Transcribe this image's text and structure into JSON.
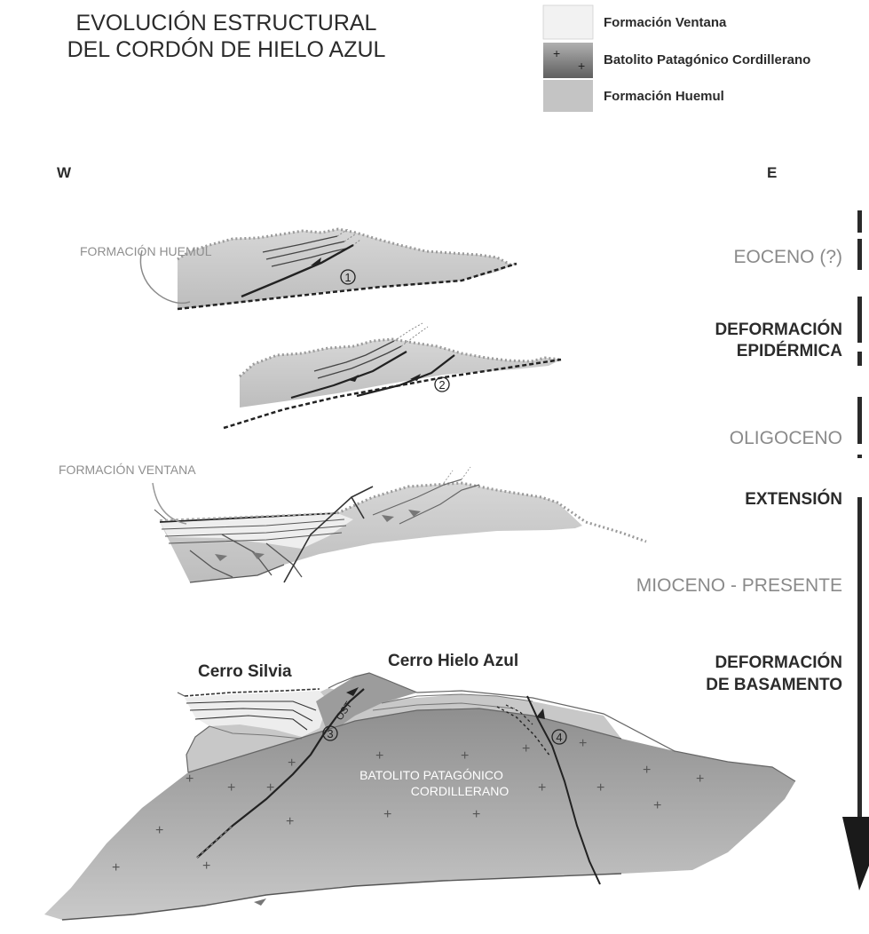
{
  "title": {
    "line1": "EVOLUCIÓN ESTRUCTURAL",
    "line2": "DEL CORDÓN DE HIELO AZUL"
  },
  "legend": [
    {
      "label": "Formación Ventana",
      "swatch": "light",
      "color": "#eeeeee"
    },
    {
      "label": "Batolito Patagónico Cordillerano",
      "swatch": "batholith",
      "color": "#8c8c8c"
    },
    {
      "label": "Formación Huemul",
      "swatch": "grey",
      "color": "#c4c4c4"
    }
  ],
  "directions": {
    "west": "W",
    "east": "E"
  },
  "timeline": {
    "epochs": [
      "EOCENO (?)",
      "OLIGOCENO",
      "MIOCENO - PRESENTE"
    ],
    "events": [
      {
        "line1": "DEFORMACIÓN",
        "line2": "EPIDÉRMICA"
      },
      {
        "line1": "EXTENSIÓN",
        "line2": ""
      },
      {
        "line1": "DEFORMACIÓN",
        "line2": "DE BASAMENTO"
      }
    ]
  },
  "labels": {
    "formacion_huemul": "FORMACIÓN HUEMUL",
    "formacion_ventana": "FORMACIÓN VENTANA",
    "cerro_silvia": "Cerro Silvia",
    "cerro_hielo_azul": "Cerro Hielo Azul",
    "batolito_line1": "BATOLITO PATAGÓNICO",
    "batolito_line2": "CORDILLERANO",
    "ost": "OST"
  },
  "fault_numbers": [
    "1",
    "2",
    "3",
    "4"
  ],
  "colors": {
    "huemul": "#c4c4c4",
    "ventana": "#eeeeee",
    "batholith": "#8c8c8c",
    "line": "#222222",
    "grey_text": "#8a8a8a"
  }
}
